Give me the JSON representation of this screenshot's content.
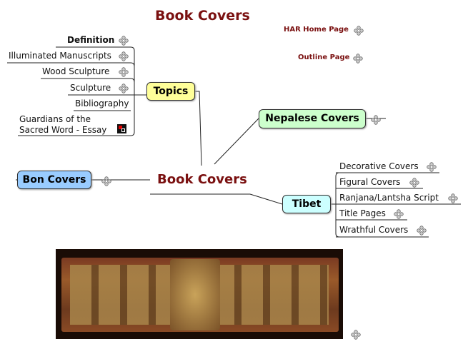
{
  "title": "Book Covers",
  "central": "Book Covers",
  "links": {
    "home": "HAR Home Page",
    "outline": "Outline Page"
  },
  "topics": {
    "label": "Topics",
    "items": [
      "Definition",
      "Illuminated Manuscripts",
      "Wood Sculpture",
      "Sculpture",
      "Bibliography"
    ],
    "essay": [
      "Guardians of the",
      "Sacred Word - Essay"
    ]
  },
  "nepalese": "Nepalese Covers",
  "bon": "Bon Covers",
  "tibet": {
    "label": "Tibet",
    "items": [
      "Decorative Covers",
      "Figural Covers",
      "Ranjana/Lantsha Script",
      "Title Pages",
      "Wrathful Covers"
    ]
  },
  "colors": {
    "topics": "#ffff99",
    "nepalese": "#ccffcc",
    "bon": "#99ccff",
    "tibet": "#ccffff",
    "title": "#7a1010"
  }
}
